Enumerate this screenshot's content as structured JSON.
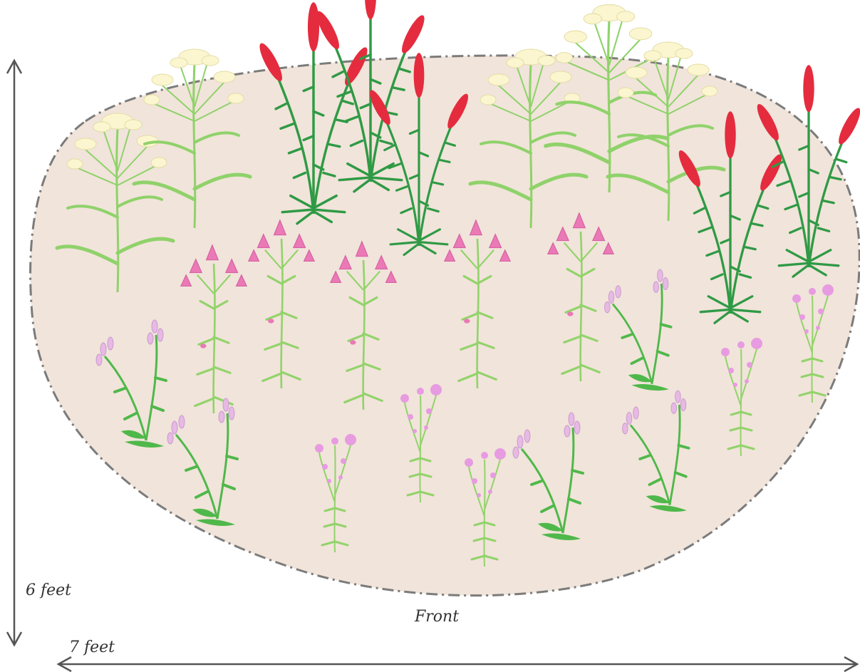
{
  "labels": {
    "height": "6 feet",
    "width": "7 feet",
    "front": "Front"
  },
  "colors": {
    "bed_fill": "#f1e4da",
    "bed_border": "#7b7b7b",
    "dimension_line": "#555555",
    "yarrow_flower": "#fbf6cf",
    "cardinal_flower": "#e42c3e",
    "turtlehead_flower": "#ea79b6",
    "penstemon_flower": "#e7b9e4",
    "phlox_flower": "#e79be1",
    "leaf_light": "#92d36b",
    "leaf_dark": "#2f9a45"
  },
  "plants": {
    "back_row_icon": "yarrow-icon",
    "tall_red_icon": "cardinal-flower-icon",
    "middle_row_icon": "turtlehead-icon",
    "front_penstemon_icon": "penstemon-icon",
    "front_phlox_icon": "phlox-icon"
  }
}
